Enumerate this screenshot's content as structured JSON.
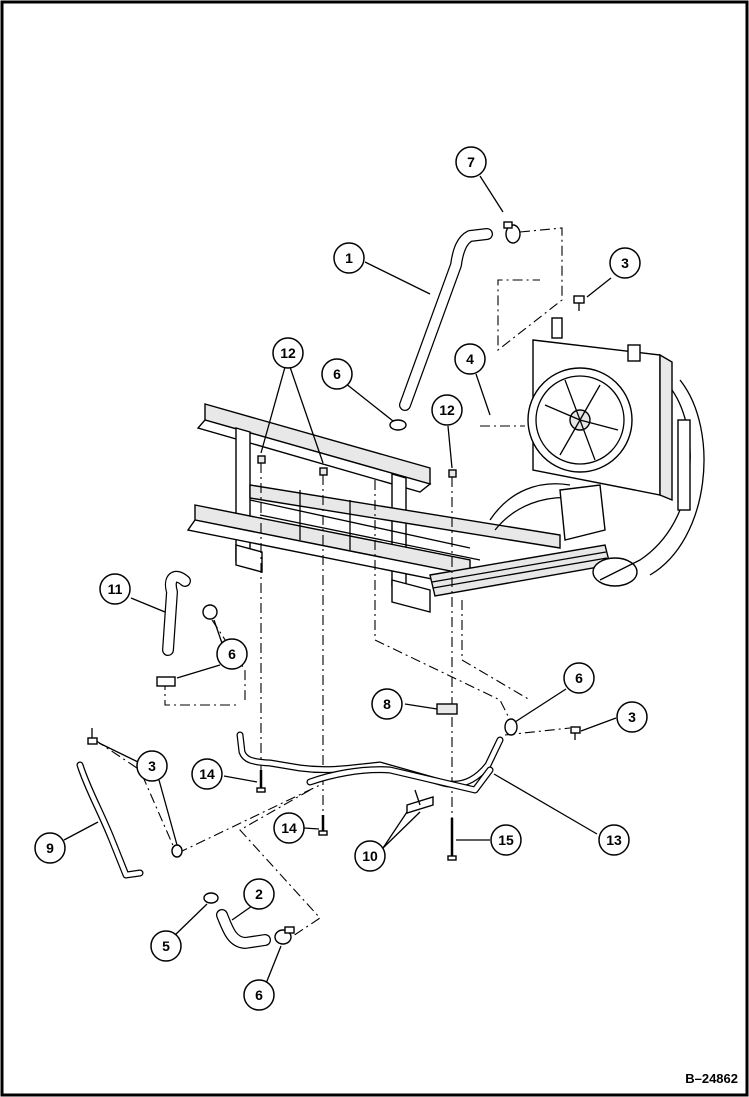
{
  "figure_id": "B–24862",
  "callouts": {
    "c1": "1",
    "c2": "2",
    "c3a": "3",
    "c3b": "3",
    "c3c": "3",
    "c4": "4",
    "c5": "5",
    "c6a": "6",
    "c6b": "6",
    "c6c": "6",
    "c6d": "6",
    "c7": "7",
    "c8": "8",
    "c9": "9",
    "c10": "10",
    "c11": "11",
    "c12a": "12",
    "c12b": "12",
    "c13": "13",
    "c14a": "14",
    "c14b": "14",
    "c15": "15"
  }
}
